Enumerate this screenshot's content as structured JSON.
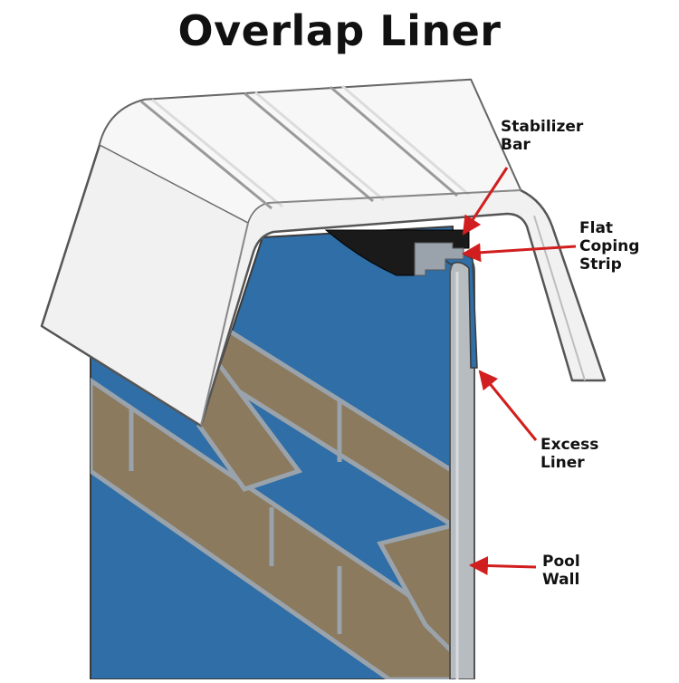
{
  "title": "Overlap Liner",
  "labels": {
    "stabilizer_bar": "Stabilizer\nBar",
    "flat_coping_strip": "Flat\nCoping\nStrip",
    "excess_liner": "Excess\nLiner",
    "pool_wall": "Pool\nWall"
  },
  "colors": {
    "liner_blue": "#2f6ea6",
    "tile_tan": "#8b7a5e",
    "grout_gray": "#9aa3ab",
    "coping_white": "#f1f1f1",
    "outline": "#555555",
    "arrow_red": "#d11e1e",
    "stabilizer_black": "#1a1a1a",
    "wall_gray": "#b7bcc0"
  }
}
